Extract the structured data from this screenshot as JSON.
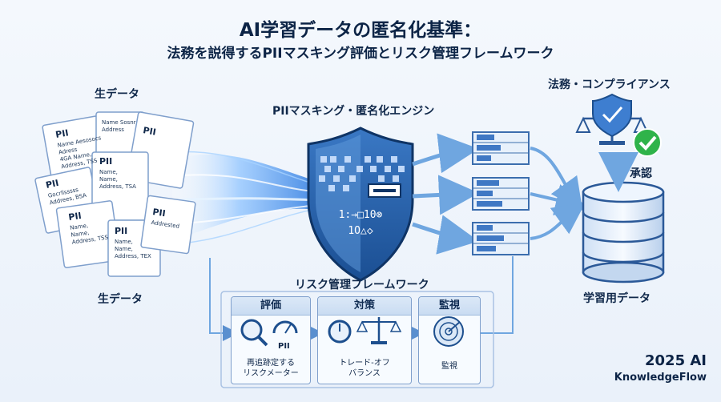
{
  "title": {
    "line1": "AI学習データの匿名化基準：",
    "line2": "法務を説得するPIIマスキング評価とリスク管理フレームワーク"
  },
  "raw_data": {
    "label_top": "生データ",
    "label_bottom": "生データ",
    "docs": [
      {
        "head": "PII",
        "lines": [
          "Name Aesosocs",
          "Adress",
          "4GA Name,",
          "Address, TSS"
        ]
      },
      {
        "head": "",
        "lines": [
          "Name Sosnr",
          "Address"
        ]
      },
      {
        "head": "PII",
        "lines": []
      },
      {
        "head": "PII",
        "lines": [
          "Name,",
          "Name,",
          "Address, TSA"
        ]
      },
      {
        "head": "PII",
        "lines": [
          "Gocrllsssss",
          "Addrees, BSA"
        ]
      },
      {
        "head": "PII",
        "lines": [
          "Name,",
          "Name,",
          "Address, TSS"
        ]
      },
      {
        "head": "PII",
        "lines": [
          "Name,",
          "Name,",
          "Address, TEX"
        ]
      },
      {
        "head": "PII",
        "lines": [
          "Addrested"
        ]
      }
    ]
  },
  "engine": {
    "label": "PIIマスキング・匿名化エンジン",
    "symbols_row1": "1:→□10⊗",
    "symbols_row2": "1O△◇"
  },
  "compliance": {
    "label": "法務・コンプライアンス",
    "approve": "承認"
  },
  "training_data": {
    "label": "学習用データ"
  },
  "risk_framework": {
    "label": "リスク管理フレームワーク",
    "steps": [
      {
        "head": "評価",
        "captions": [
          "再追跡定する",
          "リスクメーター"
        ],
        "badge": "PII"
      },
      {
        "head": "対策",
        "captions": [
          "トレード-オフ",
          "バランス"
        ]
      },
      {
        "head": "監視",
        "captions": [
          "監視"
        ]
      }
    ]
  },
  "brand": {
    "line1": "2025 AI",
    "line2": "KnowledgeFlow"
  },
  "colors": {
    "navy": "#0c2446",
    "blue": "#2f6db5",
    "light_blue": "#6fa6e0",
    "green": "#2fb34a"
  }
}
